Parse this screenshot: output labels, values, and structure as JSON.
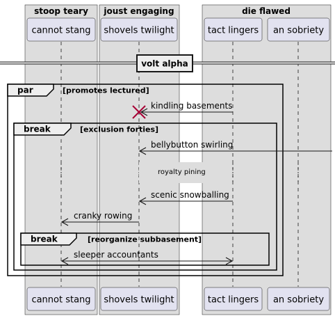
{
  "boxes": [
    {
      "title": "stoop teary"
    },
    {
      "title": "joust engaging"
    },
    {
      "title": "die flawed"
    }
  ],
  "participants": [
    {
      "label": "cannot stang"
    },
    {
      "label": "shovels twilight"
    },
    {
      "label": "tact lingers"
    },
    {
      "label": "an sobriety"
    }
  ],
  "divider": {
    "label": "volt alpha"
  },
  "fragments": {
    "par": {
      "keyword": "par",
      "guard": "[promotes lectured]"
    },
    "break1": {
      "keyword": "break",
      "guard": "[exclusion forties]"
    },
    "break2": {
      "keyword": "break",
      "guard": "[reorganize subbasement]"
    }
  },
  "messages": [
    {
      "label": "kindling basements"
    },
    {
      "label": "bellybutton swirling"
    },
    {
      "label": "scenic snowballing"
    },
    {
      "label": "cranky rowing"
    },
    {
      "label": "sleeper accountants"
    }
  ],
  "delay": {
    "label": "royalty pining"
  },
  "colors": {
    "box_fill": "#DDDDDD",
    "participant_fill": "#E2E2F0",
    "participant_border": "#181818",
    "destroy": "#A80036",
    "line": "#181818"
  }
}
